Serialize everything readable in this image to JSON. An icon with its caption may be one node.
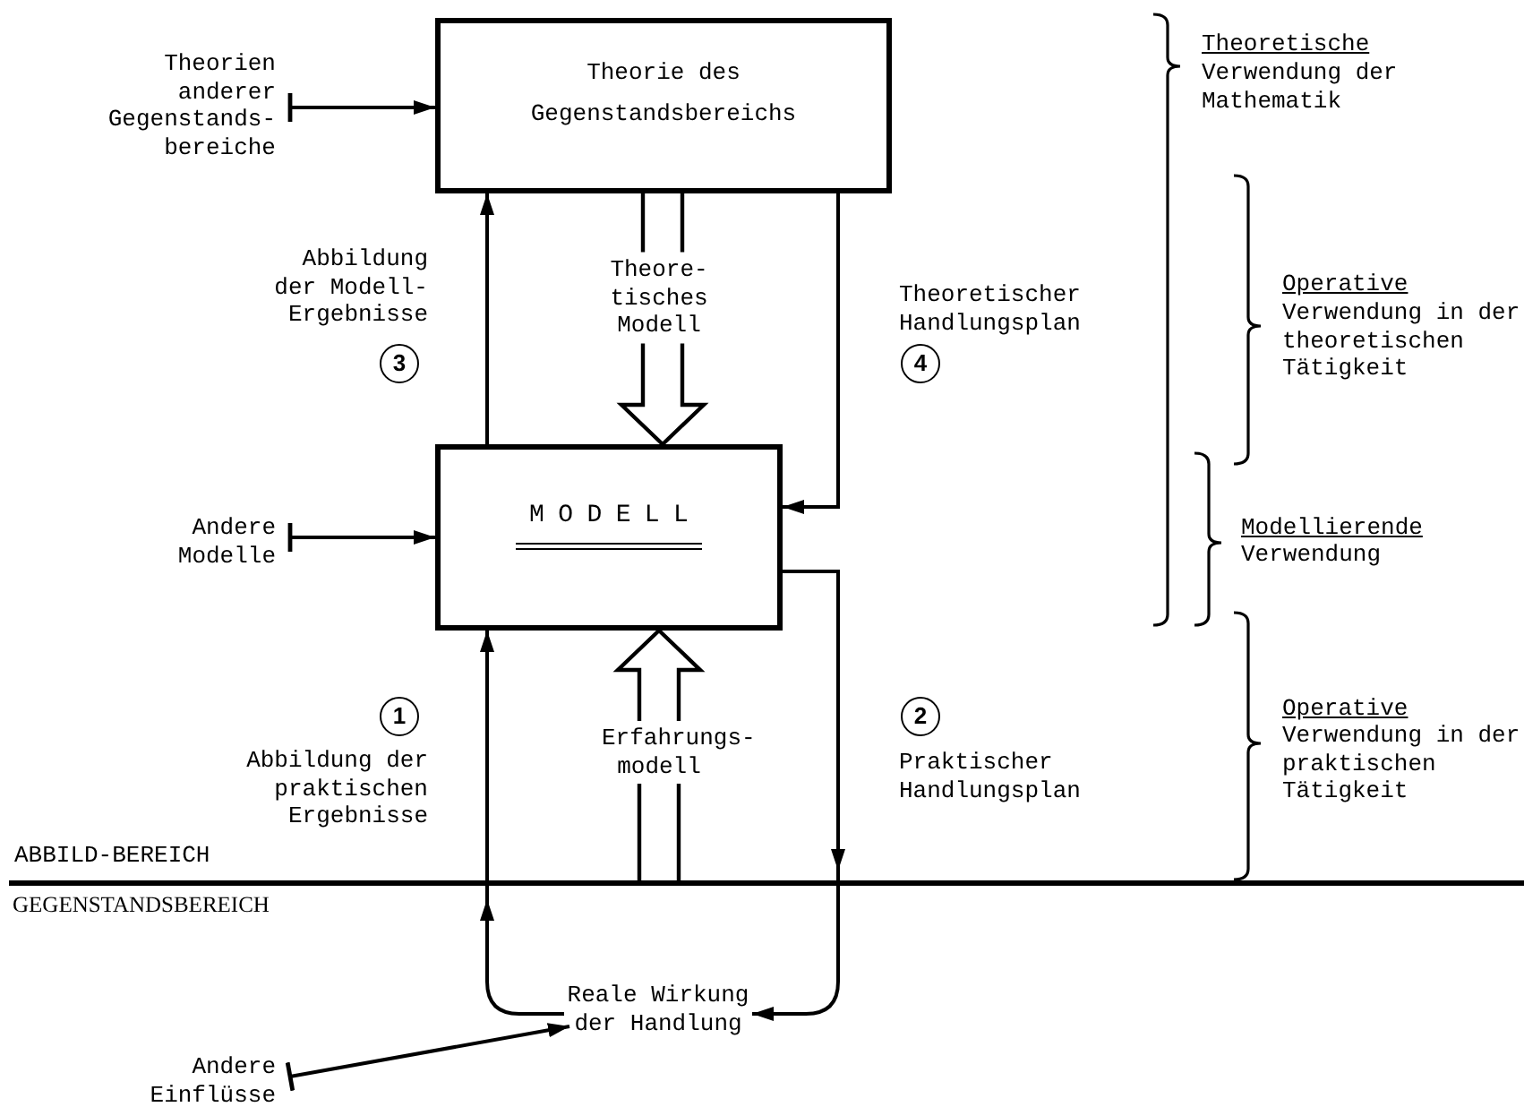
{
  "diagram": {
    "nodes": [
      {
        "text": [
          "Theorie des Gegenstandsbereichs"
        ]
      },
      {
        "text": [
          "MODELL"
        ]
      },
      {
        "text": [
          "Theorien anderer Gegenstands- bereiche"
        ]
      },
      {
        "text": [
          "Andere Modelle"
        ]
      },
      {
        "text": [
          "Reale Wirkung der Handlung"
        ]
      },
      {
        "text": [
          "Andere Einflüsse"
        ]
      }
    ],
    "edges": [
      {
        "from": 2,
        "to": 0,
        "arrow": "to"
      },
      {
        "from": 1,
        "to": 0,
        "arrow": "to"
      },
      {
        "from": 0,
        "to": 1,
        "arrow": "to",
        "label": "Theore- tisches Modell",
        "style": "thick"
      },
      {
        "from": 0,
        "to": 1,
        "arrow": "to"
      },
      {
        "from": 3,
        "to": 1,
        "arrow": "to"
      },
      {
        "from": null,
        "to": 1,
        "arrow": "to",
        "label": "Erfahrungs- modell",
        "style": "thick"
      },
      {
        "from": 1,
        "to": 4,
        "arrow": "to"
      },
      {
        "from": 4,
        "to": 1,
        "arrow": "to"
      },
      {
        "from": 5,
        "to": 4,
        "arrow": "to"
      }
    ],
    "labels": [
      "Theoretische",
      "Verwendung der Mathematik",
      "Abbildung der Modell- Ergebnisse",
      "3",
      "Theoretischer Handlungsplan",
      "4",
      "Operative",
      "Verwendung in der theoretischen Tätigkeit",
      "Modellierende",
      "Verwendung",
      "1",
      "Abbildung der praktischen Ergebnisse",
      "2",
      "Praktischer Handlungsplan",
      "Operative",
      "Verwendung in der praktischen Tätigkeit",
      "ABBILD-BEREICH",
      "GEGENSTANDSBEREICH"
    ]
  }
}
